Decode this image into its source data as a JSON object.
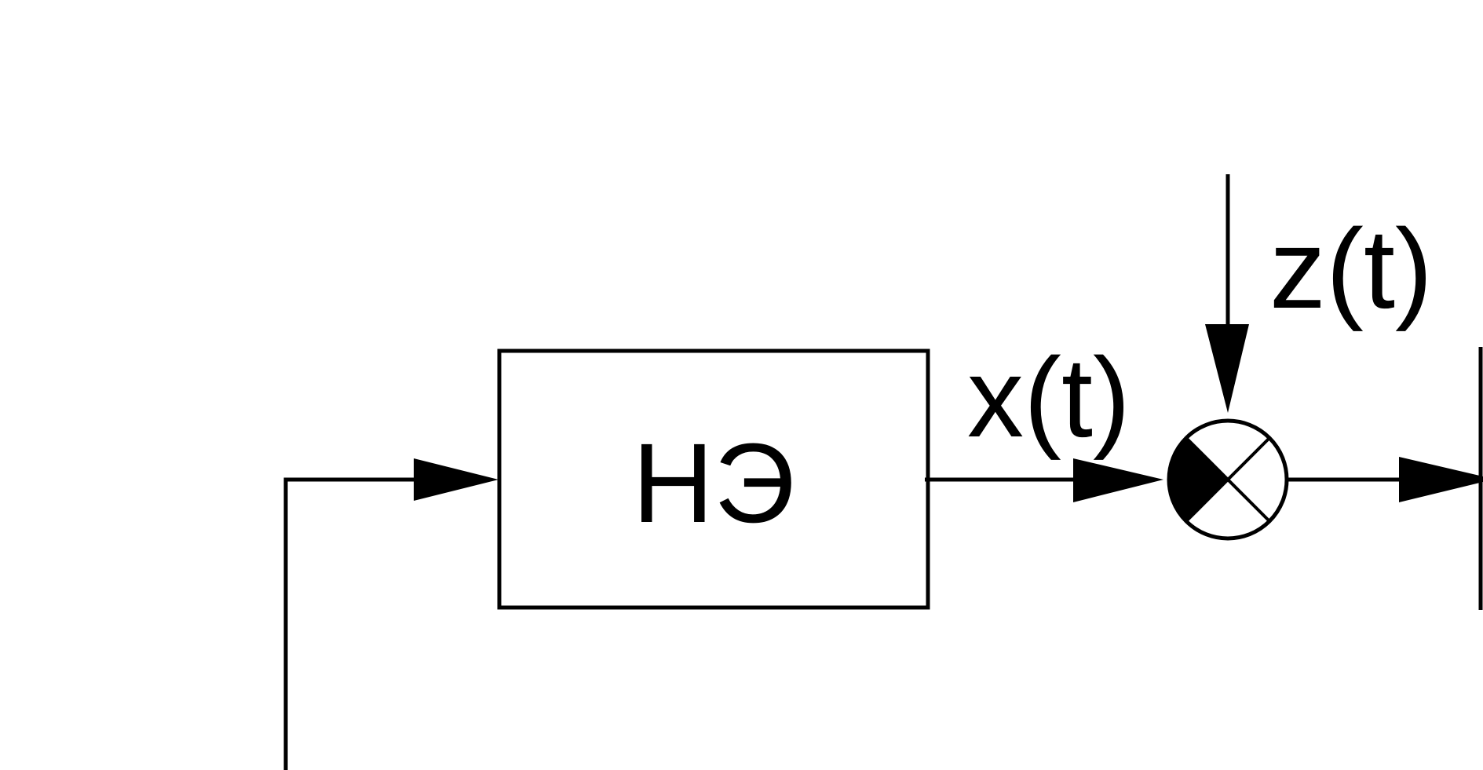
{
  "block": {
    "label": "НЭ"
  },
  "signals": {
    "x": "x(t)",
    "z": "z(t)"
  },
  "colors": {
    "stroke": "#000000",
    "background": "#ffffff"
  }
}
